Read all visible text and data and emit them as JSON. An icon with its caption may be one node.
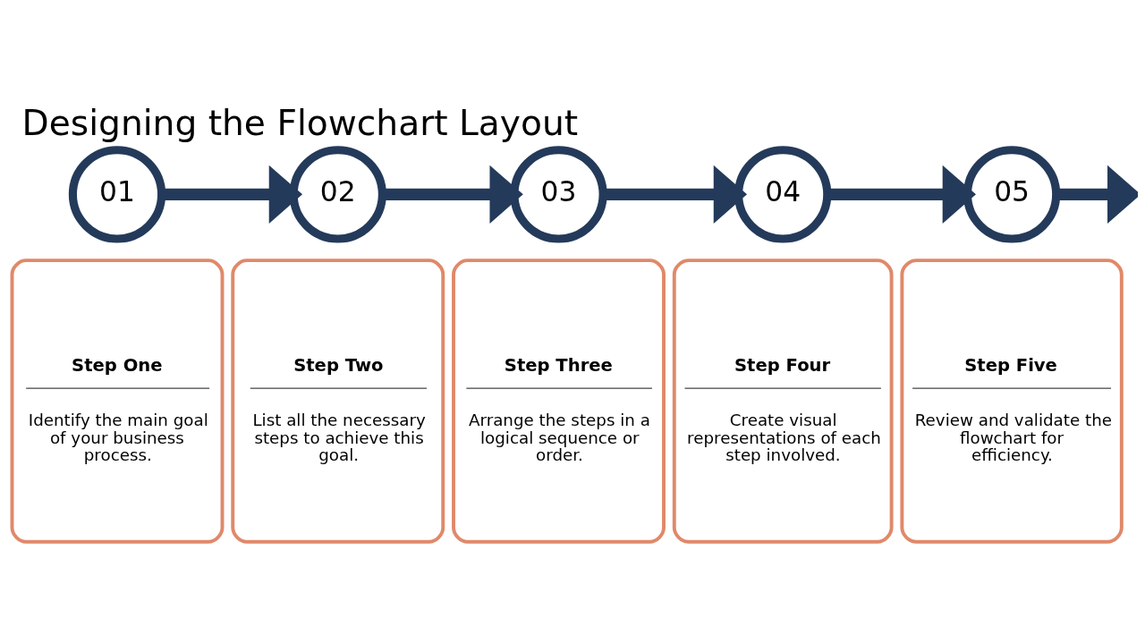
{
  "diagram": {
    "title": "Designing the Flowchart Layout",
    "nodes": [
      {
        "text": [
          "01"
        ]
      },
      {
        "text": [
          "Step One",
          "Identify the main goal of your business process."
        ]
      },
      {
        "text": [
          "02"
        ]
      },
      {
        "text": [
          "Step Two",
          "List all the necessary steps to achieve this goal."
        ]
      },
      {
        "text": [
          "03"
        ]
      },
      {
        "text": [
          "Step Three",
          "Arrange the steps in a logical sequence or order."
        ]
      },
      {
        "text": [
          "04"
        ]
      },
      {
        "text": [
          "Step Four",
          "Create visual representations of each step involved."
        ]
      },
      {
        "text": [
          "05"
        ]
      },
      {
        "text": [
          "Step Five",
          "Review and validate the flowchart for efficiency."
        ]
      }
    ],
    "edges": [
      {
        "from": 0,
        "to": 2,
        "arrow": "to"
      },
      {
        "from": 2,
        "to": 4,
        "arrow": "to"
      },
      {
        "from": 4,
        "to": 6,
        "arrow": "to"
      },
      {
        "from": 6,
        "to": 8,
        "arrow": "to"
      },
      {
        "from": 8,
        "to": null,
        "arrow": "to"
      }
    ]
  }
}
